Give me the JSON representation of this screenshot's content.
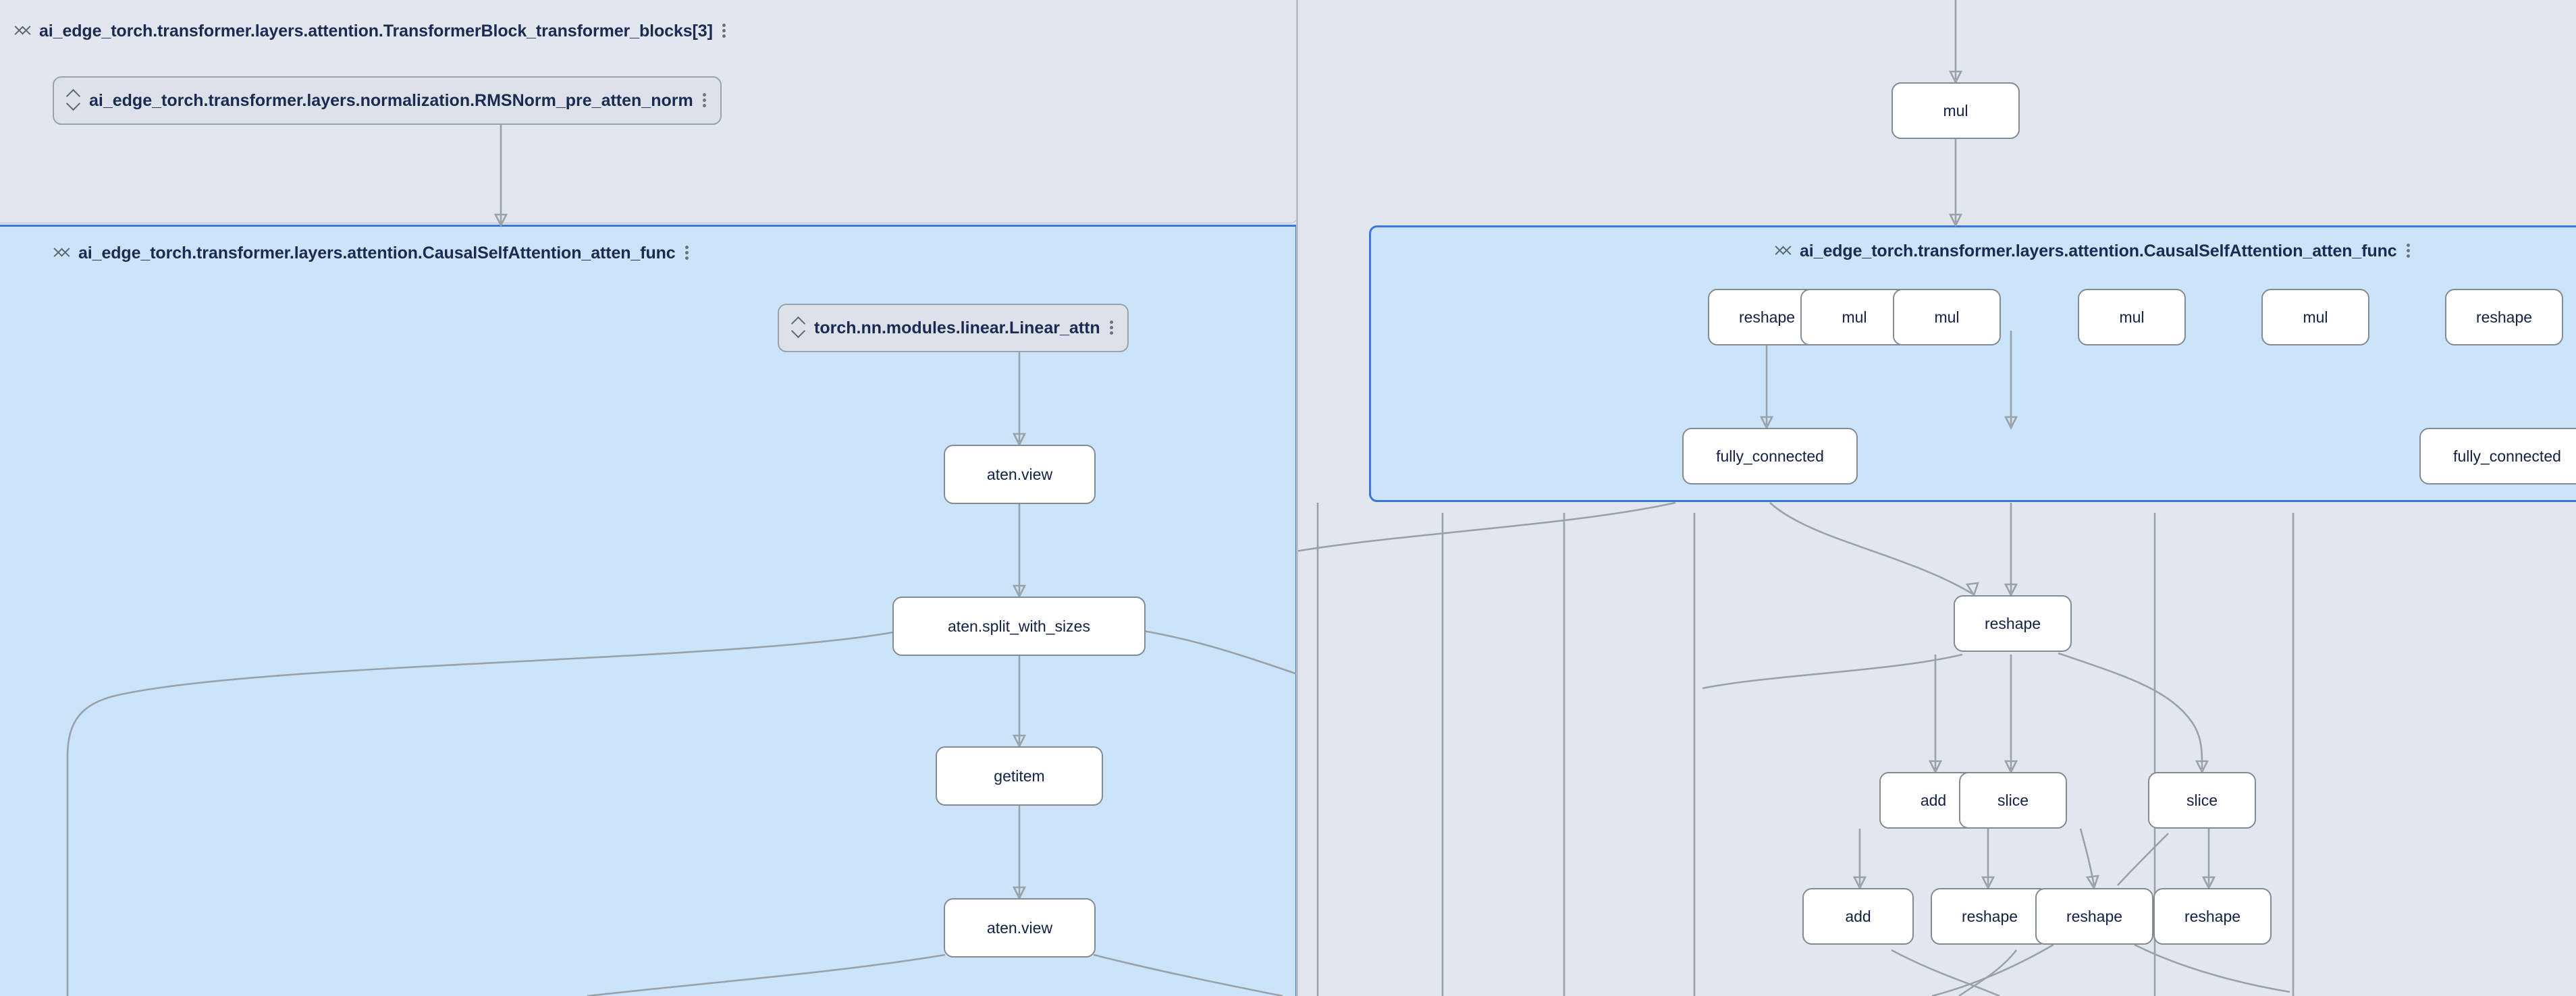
{
  "app": {
    "view": "model-graph-comparison",
    "background_color": "#e2e7ef",
    "selected_group_fill": "#cbe4fa",
    "selected_group_border": "#3a76dd",
    "node_fill": "#ffffff",
    "node_border": "#828a93",
    "edge_color": "#9aa1a8",
    "text_color": "#1b2a52"
  },
  "left_panel": {
    "outer_group": {
      "title": "ai_edge_torch.transformer.layers.attention.TransformerBlock_transformer_blocks[3]",
      "collapse_icon": "collapse-chevrons-icon",
      "more_icon": "more-vertical-icon"
    },
    "module_nodes": [
      {
        "label": "ai_edge_torch.transformer.layers.normalization.RMSNorm_pre_atten_norm",
        "expand_icon": "expand-chevrons-icon",
        "more_icon": "more-vertical-icon"
      },
      {
        "label": "torch.nn.modules.linear.Linear_attn",
        "expand_icon": "expand-chevrons-icon",
        "more_icon": "more-vertical-icon"
      }
    ],
    "selected_group": {
      "title": "ai_edge_torch.transformer.layers.attention.CausalSelfAttention_atten_func",
      "collapse_icon": "collapse-chevrons-icon",
      "more_icon": "more-vertical-icon"
    },
    "op_nodes": [
      {
        "label": "aten.view"
      },
      {
        "label": "aten.split_with_sizes"
      },
      {
        "label": "getitem"
      },
      {
        "label": "aten.view"
      }
    ]
  },
  "right_panel": {
    "top_node": {
      "label": "mul"
    },
    "selected_group": {
      "title": "ai_edge_torch.transformer.layers.attention.CausalSelfAttention_atten_func",
      "collapse_icon": "collapse-chevrons-icon",
      "more_icon": "more-vertical-icon"
    },
    "group_row_1": [
      {
        "label": "reshape"
      },
      {
        "label": "mul"
      },
      {
        "label": "mul"
      },
      {
        "label": "mul"
      },
      {
        "label": "mul"
      },
      {
        "label": "reshape"
      }
    ],
    "group_row_2": [
      {
        "label": "fully_connected"
      },
      {
        "label": "fully_connected"
      }
    ],
    "below_row_1": [
      {
        "label": "reshape"
      }
    ],
    "below_row_2": [
      {
        "label": "add"
      },
      {
        "label": "slice"
      },
      {
        "label": "slice"
      }
    ],
    "below_row_3": [
      {
        "label": "add"
      },
      {
        "label": "reshape"
      },
      {
        "label": "reshape"
      },
      {
        "label": "reshape"
      }
    ]
  }
}
